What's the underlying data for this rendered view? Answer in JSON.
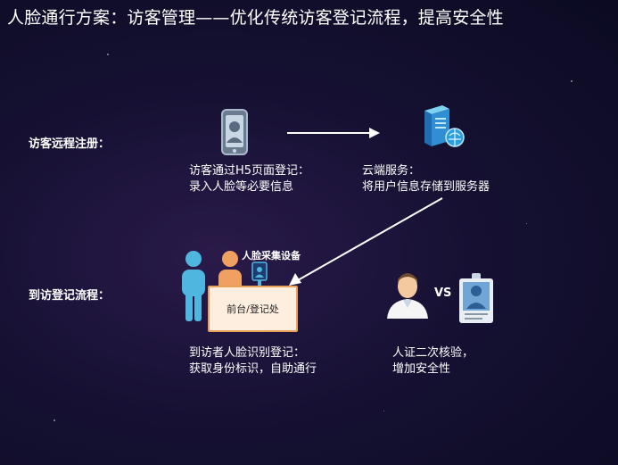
{
  "title": "人脸通行方案：访客管理——优化传统访客登记流程，提高安全性",
  "rows": {
    "remote_registration": "访客远程注册：",
    "onsite_process": "到访登记流程："
  },
  "captions": {
    "h5_line1": "访客通过H5页面登记：",
    "h5_line2": "录入人脸等必要信息",
    "cloud_line1": "云端服务：",
    "cloud_line2": "将用户信息存储到服务器",
    "visit_line1": "到访者人脸识别登记：",
    "visit_line2": "获取身份标识，自助通行",
    "verify_line1": "人证二次核验，",
    "verify_line2": "增加安全性"
  },
  "face_device_label": "人脸采集设备",
  "front_desk_label": "前台/登记处",
  "vs_label": "VS",
  "icons": {
    "phone": "phone-face-icon",
    "server": "cloud-server-icon",
    "visitors": "visitor-people-icon",
    "face_device": "face-capture-device-icon",
    "person": "person-icon",
    "id_badge": "id-badge-icon"
  },
  "colors": {
    "accent_blue": "#4fb6e0",
    "accent_orange": "#f0a060",
    "desk_fill": "#fdeee0",
    "arrow": "#ffffff"
  }
}
